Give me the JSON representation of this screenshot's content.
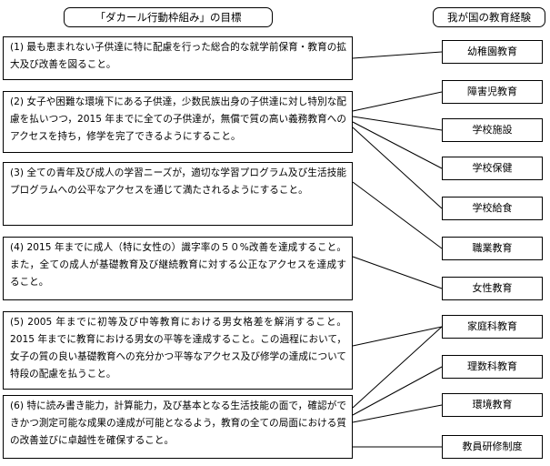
{
  "headers": {
    "left": "「ダカール行動枠組み」の目標",
    "right": "我が国の教育経験"
  },
  "goals": [
    {
      "text": "(1) 最も恵まれない子供達に特に配慮を行った総合的な就学前保育・教育の拡大及び改善を図ること。"
    },
    {
      "text": "(2) 女子や困難な環境下にある子供達，少数民族出身の子供達に対し特別な配慮を払いつつ，2015 年までに全ての子供達が，無償で質の高い義務教育へのアクセスを持ち，修学を完了できるようにすること。"
    },
    {
      "text": "(3)  全ての青年及び成人の学習ニーズが，適切な学習プログラム及び生活技能プログラムへの公平なアクセスを通じて満たされるようにすること。"
    },
    {
      "text": "(4)  2015 年までに成人（特に女性の）識字率の５０%改善を達成すること。また，全ての成人が基礎教育及び継続教育に対する公正なアクセスを達成すること。"
    },
    {
      "text": "(5)  2005 年までに初等及び中等教育における男女格差を解消すること。2015 年までに教育における男女の平等を達成すること。この過程において，女子の質の良い基礎教育への充分かつ平等なアクセス及び修学の達成について特段の配慮を払うこと。"
    },
    {
      "text": "(6)  特に読み書き能力，計算能力，及び基本となる生活技能の面で，確認ができかつ測定可能な成果の達成が可能となるよう，教育の全ての局面における質の改善並びに卓越性を確保すること。"
    }
  ],
  "experiences": [
    {
      "label": "幼稚園教育"
    },
    {
      "label": "障害児教育"
    },
    {
      "label": "学校施設"
    },
    {
      "label": "学校保健"
    },
    {
      "label": "学校給食"
    },
    {
      "label": "職業教育"
    },
    {
      "label": "女性教育"
    },
    {
      "label": "家庭科教育"
    },
    {
      "label": "理数科教育"
    },
    {
      "label": "環境教育"
    },
    {
      "label": "教員研修制度"
    }
  ]
}
